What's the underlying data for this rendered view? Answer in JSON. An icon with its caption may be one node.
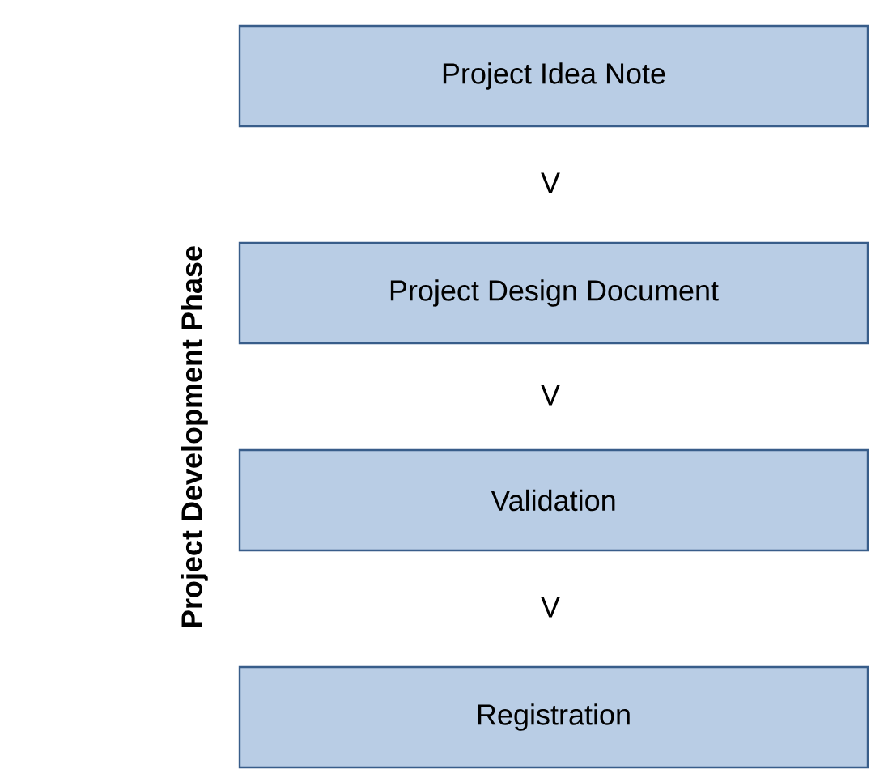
{
  "diagram": {
    "nodes": [
      {
        "text": [
          "Project Idea Note"
        ]
      },
      {
        "text": [
          "Project Design Document"
        ]
      },
      {
        "text": [
          "Validation"
        ]
      },
      {
        "text": [
          "Registration"
        ]
      }
    ],
    "labels": [
      "Project Development Phase",
      "V",
      "V",
      "V"
    ]
  }
}
